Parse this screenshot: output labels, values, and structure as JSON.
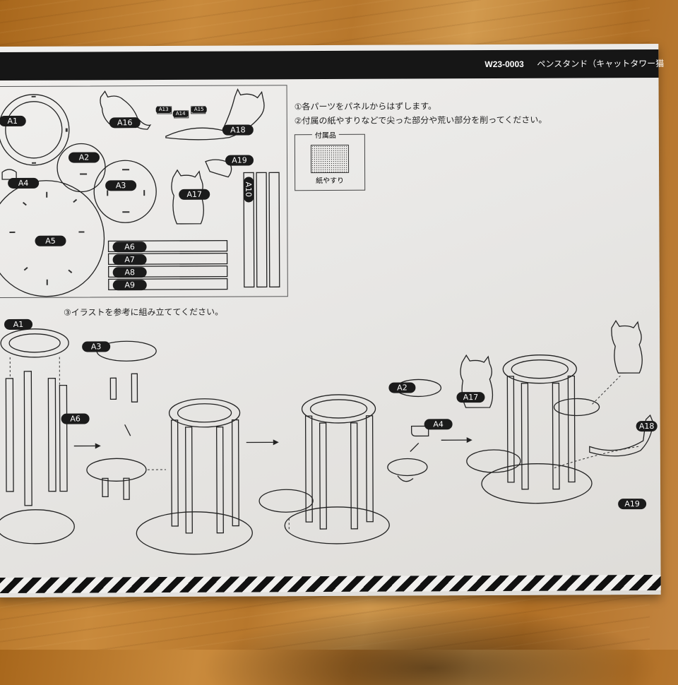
{
  "header": {
    "code": "W23-0003",
    "title": "ペンスタンド（キャットタワー猫"
  },
  "steps": {
    "step1": "①各パーツをパネルからはずします。",
    "step2": "②付属の紙やすりなどで尖った部分や荒い部分を削ってください。",
    "step3": "③イラストを参考に組み立ててください。"
  },
  "accessory": {
    "title": "付属品",
    "caption": "紙やすり"
  },
  "panel_labels": {
    "a1": "A1",
    "a2": "A2",
    "a3": "A3",
    "a4": "A4",
    "a5": "A5",
    "a6": "A6",
    "a7": "A7",
    "a8": "A8",
    "a9": "A9",
    "a10": "A10",
    "a13": "A13",
    "a14": "A14",
    "a15": "A15",
    "a16": "A16",
    "a17": "A17",
    "a18": "A18",
    "a19": "A19"
  },
  "assembly_labels": {
    "a1": "A1",
    "a3": "A3",
    "a6": "A6",
    "a2": "A2",
    "a4": "A4",
    "a17": "A17",
    "a18": "A18",
    "a19": "A19"
  }
}
